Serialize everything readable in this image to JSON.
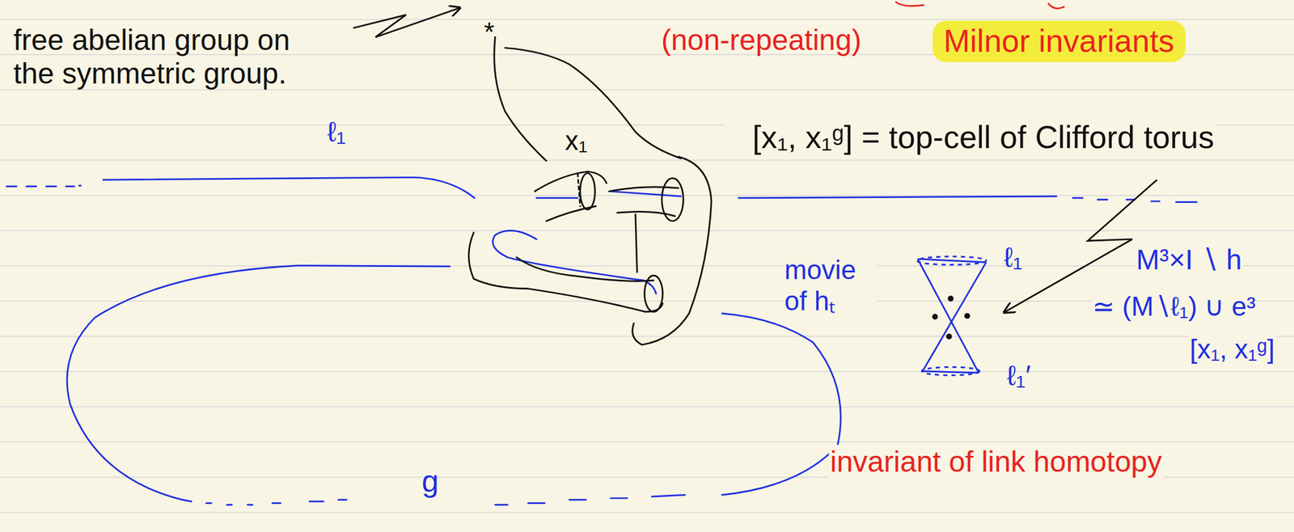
{
  "diagram": {
    "labels": [
      "free abelian group on the symmetric group.",
      "*",
      "(non-repeating)",
      "Milnor invariants",
      "ℓ₁",
      "x₁",
      "[x₁, x₁ᵍ] = top-cell of Clifford torus",
      "movie of hₜ",
      "ℓ₁",
      "ℓ₁′",
      "M³×I ∖ h",
      "≃ (M∖ℓ₁) ∪ e³",
      "[x₁, x₁ᵍ]",
      "invariant of link homotopy",
      "g"
    ]
  }
}
